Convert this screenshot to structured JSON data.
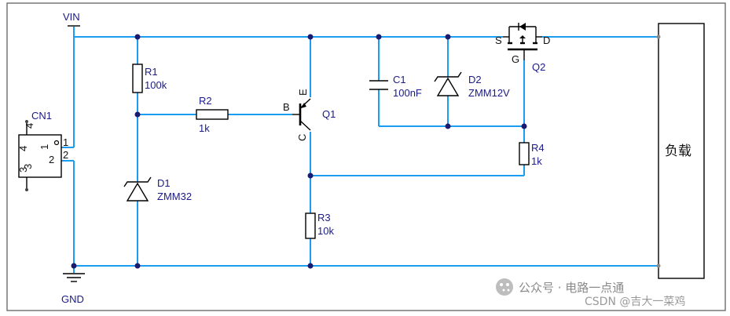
{
  "net_vin": "VIN",
  "net_gnd": "GND",
  "connector": {
    "ref": "CN1",
    "pin1": "1",
    "pin2": "2",
    "pin3": "3",
    "pin4": "4"
  },
  "r1": {
    "ref": "R1",
    "value": "100k"
  },
  "r2": {
    "ref": "R2",
    "value": "1k"
  },
  "r3": {
    "ref": "R3",
    "value": "10k"
  },
  "r4": {
    "ref": "R4",
    "value": "1k"
  },
  "d1": {
    "ref": "D1",
    "value": "ZMM32"
  },
  "d2": {
    "ref": "D2",
    "value": "ZMM12V"
  },
  "c1": {
    "ref": "C1",
    "value": "100nF"
  },
  "q1": {
    "ref": "Q1",
    "b": "B",
    "c": "C",
    "e": "E"
  },
  "q2": {
    "ref": "Q2",
    "s": "S",
    "g": "G",
    "d": "D"
  },
  "load": {
    "label": "负载"
  },
  "watermark": {
    "line1": "公众号 · 电路一点通",
    "line2": "CSDN @吉大一菜鸡"
  },
  "colors": {
    "wire": "#1a9cf0",
    "junction": "#1a1a6e",
    "label": "#1a1a8a"
  }
}
